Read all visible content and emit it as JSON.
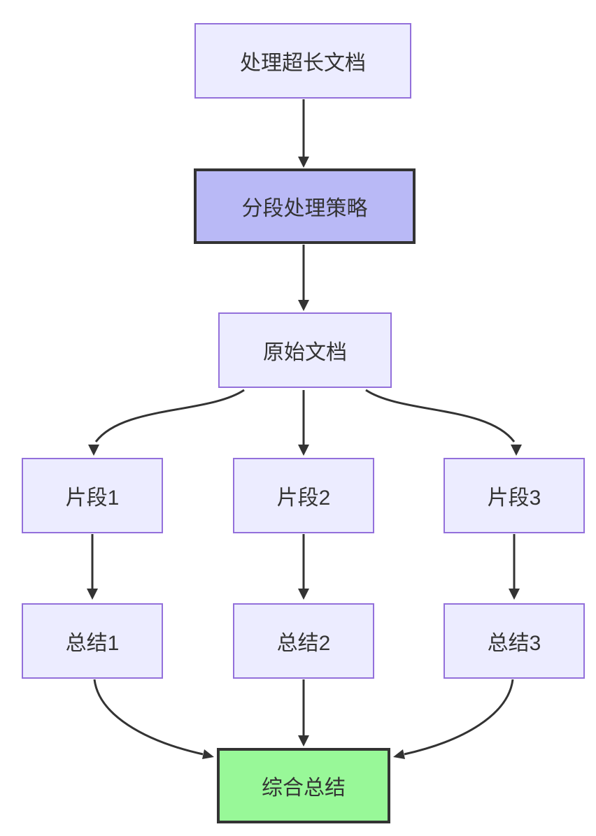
{
  "diagram": {
    "type": "flowchart",
    "direction": "top-down",
    "nodes": [
      {
        "id": "A",
        "label": "处理超长文档",
        "style": "default"
      },
      {
        "id": "B",
        "label": "分段处理策略",
        "style": "emphasis"
      },
      {
        "id": "C",
        "label": "原始文档",
        "style": "default"
      },
      {
        "id": "D1",
        "label": "片段1",
        "style": "default"
      },
      {
        "id": "D2",
        "label": "片段2",
        "style": "default"
      },
      {
        "id": "D3",
        "label": "片段3",
        "style": "default"
      },
      {
        "id": "E1",
        "label": "总结1",
        "style": "default"
      },
      {
        "id": "E2",
        "label": "总结2",
        "style": "default"
      },
      {
        "id": "E3",
        "label": "总结3",
        "style": "default"
      },
      {
        "id": "F",
        "label": "综合总结",
        "style": "success"
      }
    ],
    "edges": [
      {
        "from": "A",
        "to": "B"
      },
      {
        "from": "B",
        "to": "C"
      },
      {
        "from": "C",
        "to": "D1"
      },
      {
        "from": "C",
        "to": "D2"
      },
      {
        "from": "C",
        "to": "D3"
      },
      {
        "from": "D1",
        "to": "E1"
      },
      {
        "from": "D2",
        "to": "E2"
      },
      {
        "from": "D3",
        "to": "E3"
      },
      {
        "from": "E1",
        "to": "F"
      },
      {
        "from": "E2",
        "to": "F"
      },
      {
        "from": "E3",
        "to": "F"
      }
    ],
    "colors": {
      "node_fill": "#ECECFF",
      "node_border": "#9370DB",
      "emphasis_fill": "#B9B9F6",
      "emphasis_border": "#333333",
      "success_fill": "#98F898",
      "success_border": "#333333",
      "edge": "#333333",
      "text": "#333333",
      "background": "#FFFFFF"
    }
  }
}
